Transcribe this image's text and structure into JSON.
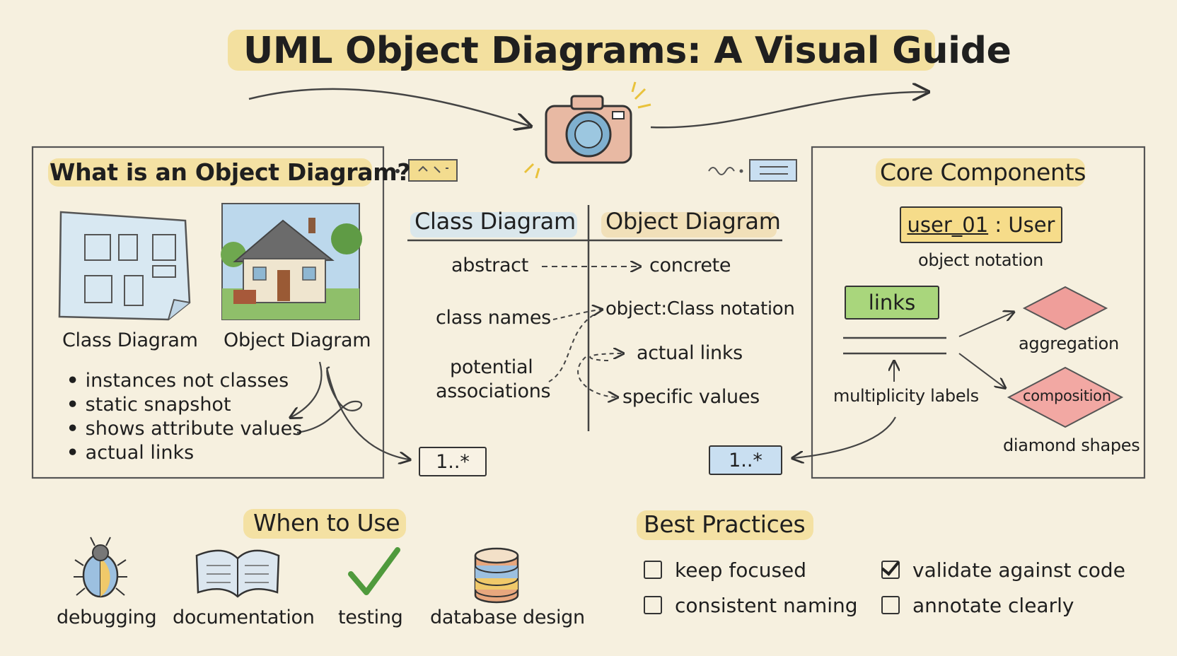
{
  "title": "UML Object Diagrams: A Visual Guide",
  "what_is": {
    "heading": "What is an Object Diagram?",
    "class_caption": "Class Diagram",
    "object_caption": "Object Diagram",
    "bullets": [
      "instances not classes",
      "static snapshot",
      "shows attribute values",
      "actual links"
    ]
  },
  "comparison": {
    "left_header": "Class Diagram",
    "right_header": "Object Diagram",
    "left": [
      "abstract",
      "class names",
      "potential",
      "associations"
    ],
    "right": [
      "concrete",
      "object:Class notation",
      "actual links",
      "specific values"
    ],
    "left_tag": "1..*",
    "right_tag": "1..*"
  },
  "core": {
    "heading": "Core Components",
    "object_label": "user_01",
    "object_sep": " : ",
    "object_class": "User",
    "object_notation": "object notation",
    "links": "links",
    "multiplicity": "multiplicity labels",
    "aggregation": "aggregation",
    "composition": "composition",
    "diamond_shapes": "diamond shapes"
  },
  "when": {
    "heading": "When to Use",
    "items": [
      "debugging",
      "documentation",
      "testing",
      "database design"
    ]
  },
  "best": {
    "heading": "Best Practices",
    "items": [
      {
        "label": "keep focused",
        "checked": false
      },
      {
        "label": "consistent naming",
        "checked": false
      },
      {
        "label": "validate against code",
        "checked": true
      },
      {
        "label": "annotate clearly",
        "checked": false
      }
    ]
  },
  "colors": {
    "highlight_yellow": "#f3dc8f",
    "links_green": "#a9d67c",
    "object_box": "#f6dc8a",
    "tag_blue": "#c9dff1",
    "aggregation": "#ef9e9a",
    "composition": "#f2a8a3"
  }
}
